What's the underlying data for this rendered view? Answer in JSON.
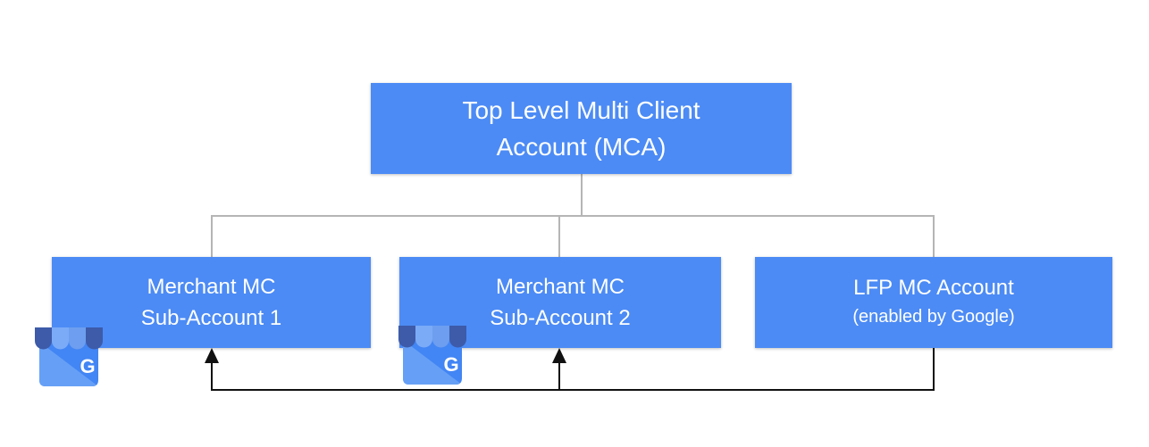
{
  "diagram": {
    "root": {
      "id": "mca",
      "line1": "Top Level Multi Client",
      "line2": "Account (MCA)"
    },
    "children": [
      {
        "id": "sub1",
        "line1": "Merchant MC",
        "line2": "Sub-Account 1",
        "icon": "google-my-business"
      },
      {
        "id": "sub2",
        "line1": "Merchant MC",
        "line2": "Sub-Account 2",
        "icon": "google-my-business"
      },
      {
        "id": "lfp",
        "line1": "LFP MC Account",
        "line2": "(enabled by Google)"
      }
    ],
    "edges": [
      {
        "from": "mca",
        "to": "sub1",
        "style": "plain-gray"
      },
      {
        "from": "mca",
        "to": "sub2",
        "style": "plain-gray"
      },
      {
        "from": "mca",
        "to": "lfp",
        "style": "plain-gray"
      },
      {
        "from": "lfp",
        "to": "sub1",
        "style": "black-arrow"
      },
      {
        "from": "lfp",
        "to": "sub2",
        "style": "black-arrow"
      }
    ],
    "icon_letter": "G",
    "colors": {
      "node_fill": "#4C8BF5",
      "node_text": "#FFFFFF",
      "connector_gray": "#B5B5B5",
      "arrow_black": "#111111",
      "icon_awning_dark": "#3D5BA9",
      "icon_awning_light": "#7BABF7",
      "icon_awning_medium": "#6D9EEF",
      "icon_body": "#4285F4",
      "icon_body_highlight": "#66A0F6"
    }
  }
}
